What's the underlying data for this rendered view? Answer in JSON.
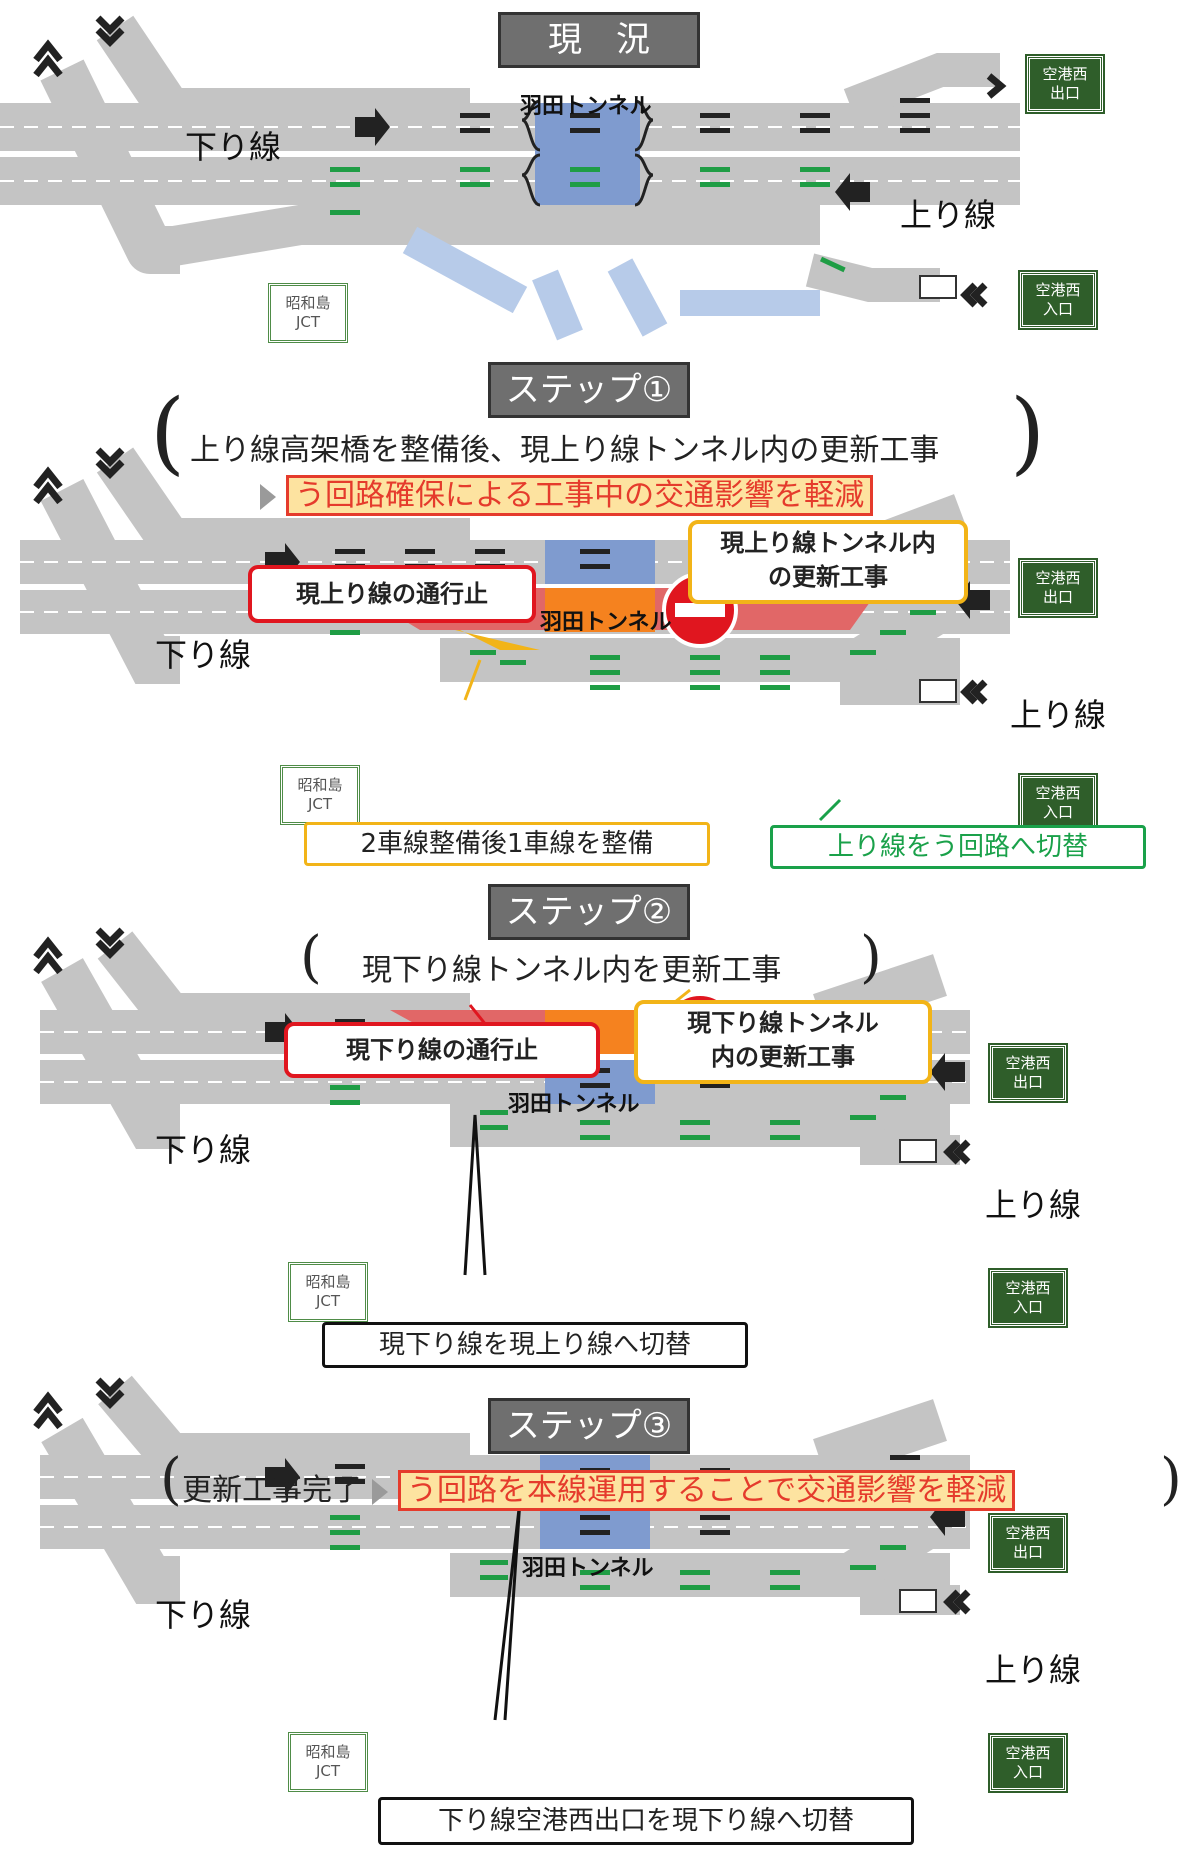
{
  "sections": {
    "current": {
      "title": "現　況"
    },
    "step1": {
      "title": "ステップ①",
      "desc_line1": "上り線高架橋を整備後、現上り線トンネル内の更新工事",
      "desc_line2": "う回路確保による工事中の交通影響を軽減",
      "callout_closure": "現上り線の通行止",
      "callout_work_l1": "現上り線トンネル内",
      "callout_work_l2": "の更新工事",
      "note_lanes": "2車線整備後1車線を整備",
      "note_switch": "上り線をう回路へ切替"
    },
    "step2": {
      "title": "ステップ②",
      "desc_line1": "現下り線トンネル内を更新工事",
      "callout_closure": "現下り線の通行止",
      "callout_work_l1": "現下り線トンネル",
      "callout_work_l2": "内の更新工事",
      "note_switch": "現下り線を現上り線へ切替"
    },
    "step3": {
      "title": "ステップ③",
      "desc_a": "更新工事完了",
      "desc_b": "う回路を本線運用することで交通影響を軽減",
      "note_switch": "下り線空港西出口を現下り線へ切替"
    }
  },
  "labels": {
    "down_line": "下り線",
    "up_line": "上り線",
    "tunnel": "羽田トンネル",
    "exit_l1": "空港西",
    "exit_l2": "出口",
    "entrance_l1": "空港西",
    "entrance_l2": "入口",
    "jct_l1": "昭和島",
    "jct_l2": "JCT"
  },
  "colors": {
    "road": "#c4c4c4",
    "tunnel_blue": "#7f9bcf",
    "closure_red": "#e16767",
    "work_orange": "#f5821f",
    "down_arrow": "#222222",
    "up_arrow": "#1f9d45",
    "sign_green": "#2f5e2a",
    "callout_red_border": "#e0161f",
    "callout_orange_border": "#f2b418",
    "callout_green_border": "#1aa14a"
  }
}
